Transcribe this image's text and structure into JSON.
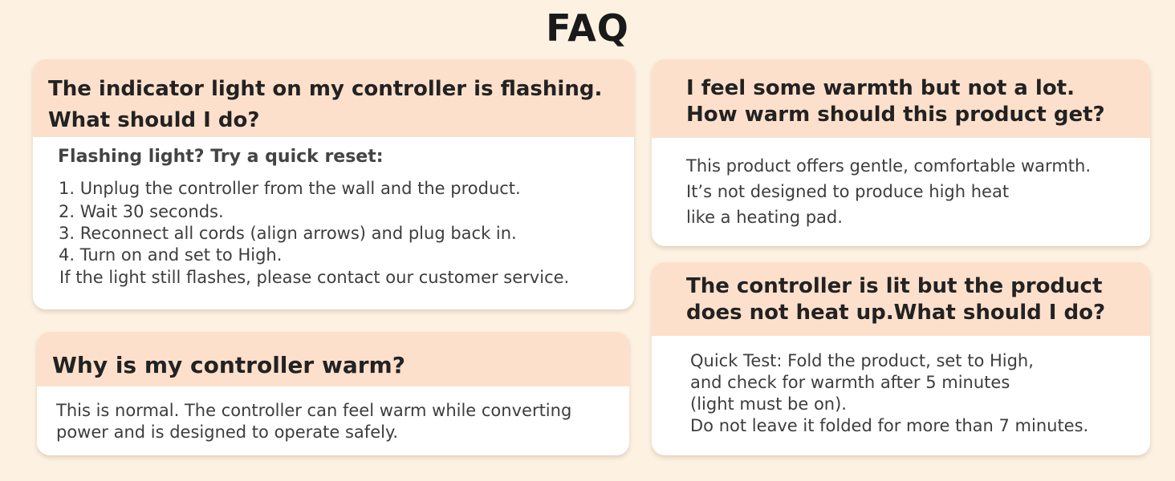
{
  "page": {
    "title": "FAQ"
  },
  "faqs": {
    "flashing": {
      "question": [
        "The indicator light on my controller is flashing.",
        "What should I do?"
      ],
      "subheading": "Flashing light? Try a quick reset:",
      "steps": [
        "1. Unplug the controller from the wall and the product.",
        "2. Wait 30 seconds.",
        "3. Reconnect all cords (align arrows) and plug back in.",
        "4. Turn on and set to High."
      ],
      "footer": "If the light still flashes, please contact our customer service."
    },
    "controller_warm": {
      "question": [
        "Why is my controller warm?"
      ],
      "answer": [
        "This is normal. The controller can feel warm while converting",
        "power and is designed to operate safely."
      ]
    },
    "warmth_level": {
      "question": [
        "I feel some warmth but not a lot.",
        "How warm should this product get?"
      ],
      "answer": [
        "This product offers gentle, comfortable warmth.",
        "It’s not designed to produce high heat",
        "like a heating pad."
      ]
    },
    "no_heat": {
      "question": [
        "The controller is lit but the product",
        "does not heat up.What should I do?"
      ],
      "answer": [
        "Quick Test: Fold the product, set to High,",
        "and check for warmth after 5 minutes",
        "(light must be on).",
        "Do not leave it folded for more than 7 minutes."
      ]
    }
  },
  "colors": {
    "background": "#fdf2e2",
    "header_band": "#fde0cc",
    "card": "#ffffff"
  }
}
